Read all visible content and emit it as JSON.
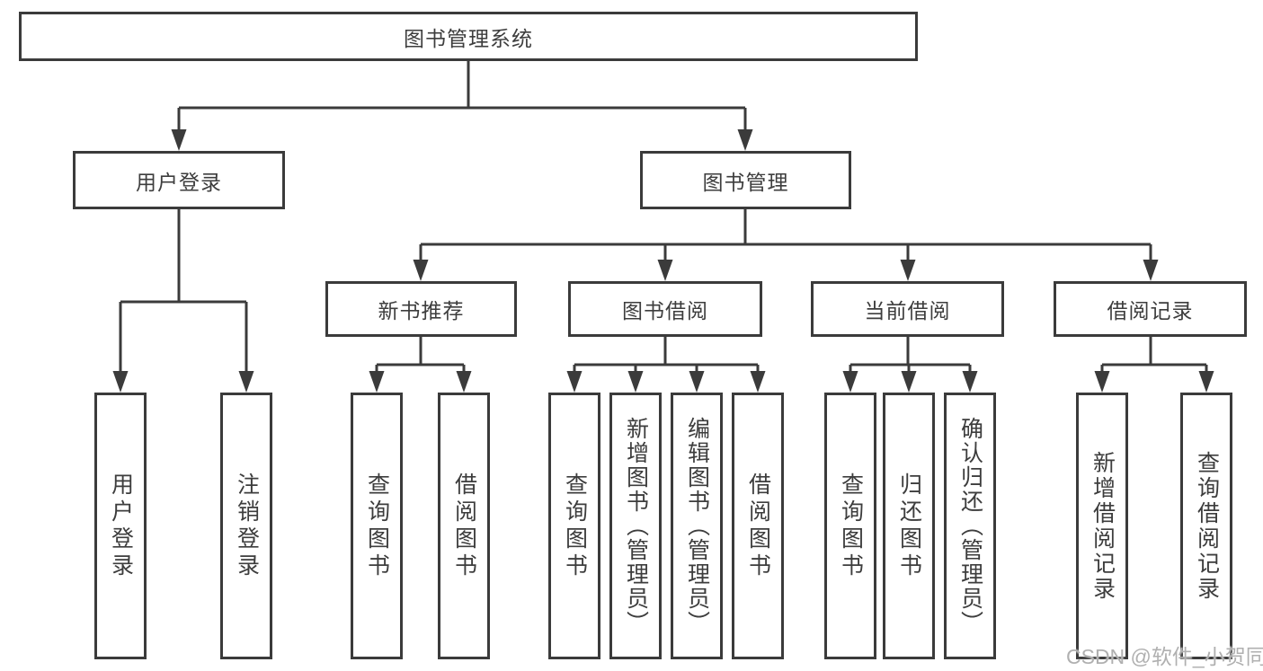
{
  "colors": {
    "line": "#3b3b3b",
    "box_border": "#3b3b3b",
    "text": "#3d3d3d",
    "background": "#ffffff",
    "watermark": "#b0b0b0"
  },
  "nodes": {
    "root": "图书管理系统",
    "user_login": "用户登录",
    "book_management": "图书管理",
    "new_book_recommend": "新书推荐",
    "book_borrow": "图书借阅",
    "current_borrow": "当前借阅",
    "borrow_record": "借阅记录",
    "leaf_user_login": "用户登录",
    "leaf_logout_login": "注销登录",
    "leaf_rec_query_book": "查询图书",
    "leaf_rec_borrow_book": "借阅图书",
    "leaf_bor_query_book": "查询图书",
    "leaf_bor_add_book": "新增图书（管理员）",
    "leaf_bor_edit_book": "编辑图书（管理员）",
    "leaf_bor_borrow_book": "借阅图书",
    "leaf_cur_query_book": "查询图书",
    "leaf_cur_return_book": "归还图书",
    "leaf_cur_confirm_return": "确认归还（管理员）",
    "leaf_log_add_record": "新增借阅记录",
    "leaf_log_query_record": "查询借阅记录"
  },
  "watermark": "CSDN @软件_小贺同学"
}
